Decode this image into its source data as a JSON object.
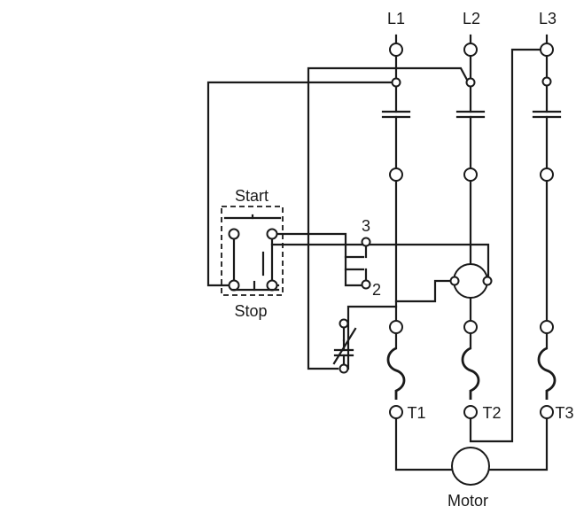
{
  "diagram": {
    "lines": [
      "L1",
      "L2",
      "L3"
    ],
    "motor_terminals": [
      "T1",
      "T2",
      "T3"
    ],
    "start_label": "Start",
    "stop_label": "Stop",
    "aux_contact_top": "3",
    "aux_contact_bottom": "2",
    "motor_label": "Motor"
  }
}
